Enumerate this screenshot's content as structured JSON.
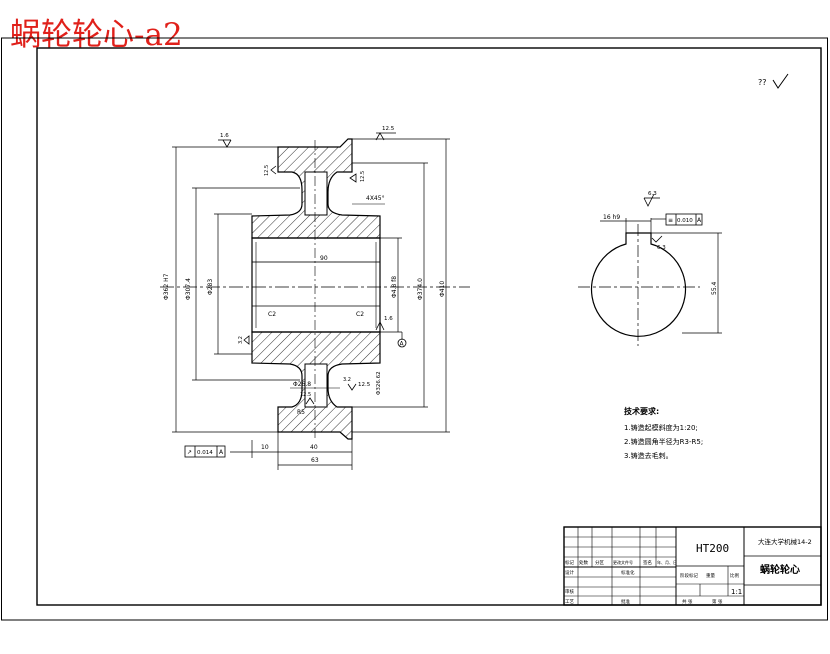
{
  "title": "蜗轮轮心-a2",
  "colors": {
    "title": "#e0201a",
    "line": "#000000",
    "background": "#ffffff"
  },
  "roughness_top_right": "??",
  "roughness": {
    "r1": "1.6",
    "r2": "12.5",
    "r3": "12.5",
    "r4": "12.5",
    "r5": "3.2",
    "r6": "1.6",
    "r7": "3.2",
    "r8": "12.5",
    "r9": "6.3",
    "r10": "6.3"
  },
  "dims": {
    "chamfer": "4X45°",
    "bore_len": "90",
    "c2_left": "C2",
    "c2_right": "C2",
    "d1": "Φ362 H7",
    "d2": "Φ307.4",
    "d3": "Φ283",
    "d4": "Φ4.8 f8",
    "d5": "Φ374.0",
    "d6": "Φ410",
    "hub_d": "Φ26.8",
    "web": "12.5",
    "web_d": "Φ326.62",
    "r_small": "R5",
    "len_10": "10",
    "len_40": "40",
    "len_63": "63",
    "key_width": "16",
    "key_depth": "55.4",
    "key_tol_label": "16 h9"
  },
  "datum": {
    "label": "A"
  },
  "tol_runout": {
    "sym": "↗",
    "value": "0.014",
    "datum": "A"
  },
  "tol_sym": {
    "sym": "≡",
    "value": "0.010",
    "datum": "A"
  },
  "tech": {
    "heading": "技术要求:",
    "items": [
      "1.铸造起模斜度为1:20;",
      "2.铸造圆角半径为R3-R5;",
      "3.铸造去毛刺。"
    ]
  },
  "titleblock": {
    "material": "HT200",
    "school": "大连大学机械14-2",
    "part_name": "蜗轮轮心",
    "scale": "1:1",
    "h_mark": "标记",
    "h_count": "处数",
    "h_zone": "分区",
    "h_doc": "更改文件号",
    "h_sign": "签名",
    "h_date": "年、月、日",
    "h_design": "设计",
    "h_std": "标准化",
    "h_check": "审核",
    "h_process": "工艺",
    "h_approve": "批准",
    "h_stage": "阶段标记",
    "h_weight": "重量",
    "h_ratio": "比例",
    "h_sheets": "共  张",
    "h_sheet": "第  张"
  }
}
